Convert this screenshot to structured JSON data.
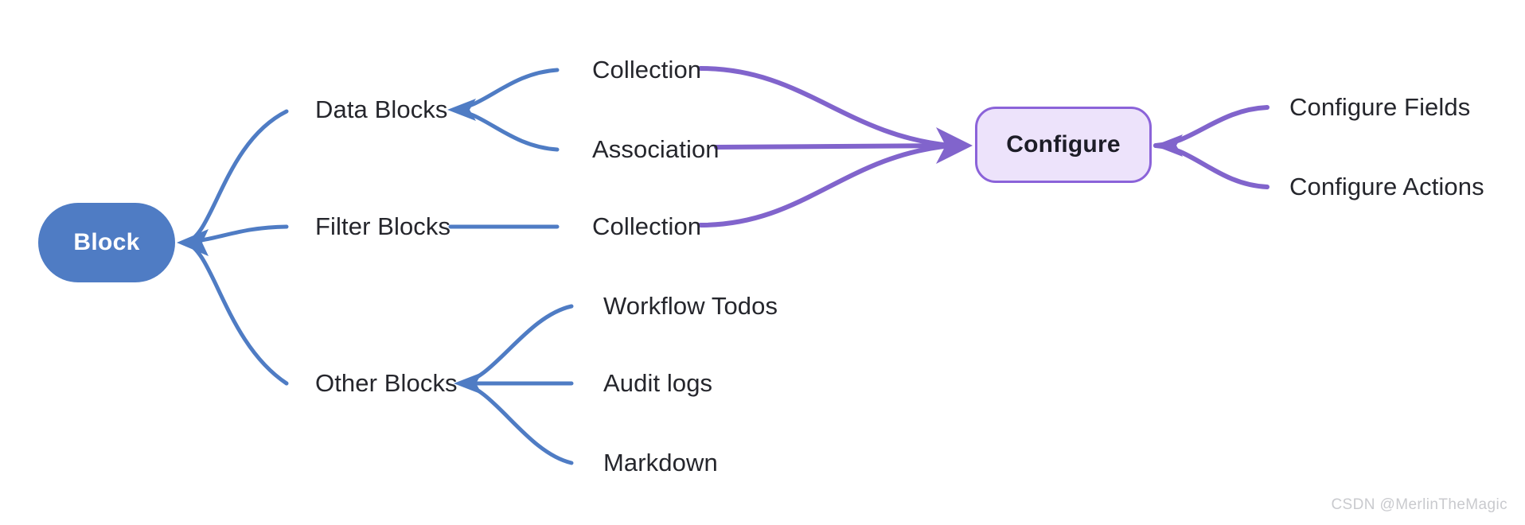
{
  "diagram": {
    "type": "mindmap",
    "title": "Block structure mind map",
    "background": "#ffffff",
    "colors": {
      "root_fill": "#4F7CC4",
      "root_text": "#ffffff",
      "branch_stroke": "#4F7CC4",
      "configure_fill": "#EDE3FB",
      "configure_border": "#8B63D9",
      "configure_text": "#1D1D27",
      "link_stroke": "#8164CC",
      "label_text": "#25262C",
      "watermark_text": "#C9CACE"
    }
  },
  "nodes": {
    "root": {
      "label": "Block"
    },
    "configure": {
      "label": "Configure"
    }
  },
  "branches": [
    {
      "label": "Data Blocks",
      "children": [
        {
          "label": "Collection"
        },
        {
          "label": "Association"
        }
      ]
    },
    {
      "label": "Filter Blocks",
      "children": [
        {
          "label": "Collection"
        }
      ]
    },
    {
      "label": "Other Blocks",
      "children": [
        {
          "label": "Workflow Todos"
        },
        {
          "label": "Audit logs"
        },
        {
          "label": "Markdown"
        }
      ]
    }
  ],
  "configure_children": [
    {
      "label": "Configure Fields"
    },
    {
      "label": "Configure Actions"
    }
  ],
  "watermark": {
    "text": "CSDN @MerlinTheMagic"
  }
}
